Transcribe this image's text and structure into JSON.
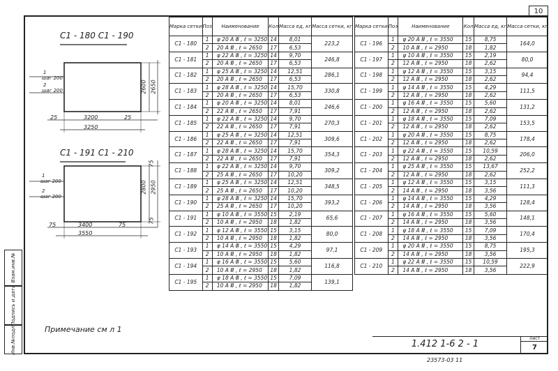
{
  "page_number": "10",
  "drawings": {
    "top_title": "С1 - 180   С1 - 190",
    "top_bar1_label": "1",
    "top_bar1_sub": "шаг 200",
    "top_bar2_label": "2",
    "top_bar2_sub": "шаг 200",
    "top_dim_h_inner": "3200",
    "top_dim_h_outer": "3250",
    "top_dim_side_left": "25",
    "top_dim_side_right": "25",
    "top_dim_v_inner": "2600",
    "top_dim_v_outer": "2650",
    "bot_title": "С1 - 191   С1 - 210",
    "bot_bar1_label": "1",
    "bot_bar1_sub": "шаг 200",
    "bot_bar2_label": "2",
    "bot_bar2_sub": "шаг 200",
    "bot_dim_h_inner": "3400",
    "bot_dim_h_outer": "3550",
    "bot_dim_side_left": "75",
    "bot_dim_side_right": "75",
    "bot_dim_v_inner": "2800",
    "bot_dim_v_outer": "2950",
    "bot_dim_v_top": "75",
    "bot_dim_v_bot": "75"
  },
  "note": "Примечание  см л 1",
  "side_stamp": [
    "Инв.№подл.",
    "Подпись и дата",
    "Взам.инв.№"
  ],
  "headers": {
    "mark": "Марка сетки",
    "pos": "Поз",
    "name": "Наименование",
    "qty": "Кол",
    "mass_unit": "Масса ед, кг",
    "mass_mesh": "Масса сетки, кг"
  },
  "left_table": [
    {
      "mark": "С1 - 180",
      "mesh": "223,2",
      "rows": [
        [
          "1",
          "φ 20 А Ⅲ ,   ℓ = 3250",
          "14",
          "8,01"
        ],
        [
          "2",
          "20 А Ⅲ ,   ℓ = 2650",
          "17",
          "6,53"
        ]
      ]
    },
    {
      "mark": "С1 - 181",
      "mesh": "246,8",
      "rows": [
        [
          "1",
          "φ 22 А Ⅲ ,   ℓ = 3250",
          "14",
          "9,70"
        ],
        [
          "2",
          "20 А Ⅲ ,   ℓ = 2650",
          "17",
          "6,53"
        ]
      ]
    },
    {
      "mark": "С1 - 182",
      "mesh": "286,1",
      "rows": [
        [
          "1",
          "φ 25 А Ⅲ ,   ℓ = 3250",
          "14",
          "12,51"
        ],
        [
          "2",
          "20 А Ⅲ ,   ℓ = 2650",
          "17",
          "6,53"
        ]
      ]
    },
    {
      "mark": "С1 - 183",
      "mesh": "330,8",
      "rows": [
        [
          "1",
          "φ 28 А Ⅲ ,   ℓ = 3250",
          "14",
          "15,70"
        ],
        [
          "2",
          "20 А Ⅲ ,   ℓ = 2650",
          "17",
          "6,53"
        ]
      ]
    },
    {
      "mark": "С1 - 184",
      "mesh": "246,6",
      "rows": [
        [
          "1",
          "φ 20 А Ⅲ ,   ℓ = 3250",
          "14",
          "8,01"
        ],
        [
          "2",
          "22 А Ⅲ ,   ℓ = 2650",
          "17",
          "7,91"
        ]
      ]
    },
    {
      "mark": "С1 - 185",
      "mesh": "270,3",
      "rows": [
        [
          "1",
          "φ 22 А Ⅲ ,   ℓ = 3250",
          "14",
          "9,70"
        ],
        [
          "2",
          "22 А Ⅲ ,   ℓ = 2650",
          "17",
          "7,91"
        ]
      ]
    },
    {
      "mark": "С1 - 186",
      "mesh": "309,6",
      "rows": [
        [
          "1",
          "φ 25 А Ⅲ ,   ℓ = 3250",
          "14",
          "12,51"
        ],
        [
          "2",
          "22 А Ⅲ ,   ℓ = 2650",
          "17",
          "7,91"
        ]
      ]
    },
    {
      "mark": "С1 - 187",
      "mesh": "354,3",
      "rows": [
        [
          "1",
          "φ 28 А Ⅲ ,   ℓ = 3250",
          "14",
          "15,70"
        ],
        [
          "2",
          "22 А Ⅲ ,   ℓ = 2650",
          "17",
          "7,91"
        ]
      ]
    },
    {
      "mark": "С1 - 188",
      "mesh": "309,2",
      "rows": [
        [
          "1",
          "φ 22 А Ⅲ ,   ℓ = 3250",
          "14",
          "9,70"
        ],
        [
          "2",
          "25 А Ⅲ ,   ℓ = 2650",
          "17",
          "10,20"
        ]
      ]
    },
    {
      "mark": "С1 - 189",
      "mesh": "348,5",
      "rows": [
        [
          "1",
          "φ 25 А Ⅲ ,   ℓ = 3250",
          "14",
          "12,51"
        ],
        [
          "2",
          "25 А Ⅲ ,   ℓ = 2650",
          "17",
          "10,20"
        ]
      ]
    },
    {
      "mark": "С1 - 190",
      "mesh": "393,2",
      "rows": [
        [
          "1",
          "φ 28 А Ⅲ ,   ℓ = 3250",
          "14",
          "15,70"
        ],
        [
          "2",
          "25 А Ⅲ ,   ℓ = 2650",
          "17",
          "10,20"
        ]
      ]
    },
    {
      "mark": "С1 - 191",
      "mesh": "65,6",
      "rows": [
        [
          "1",
          "φ 10 А Ⅲ ,   ℓ = 3550",
          "15",
          "2,19"
        ],
        [
          "2",
          "10 А Ⅲ ,   ℓ = 2950",
          "18",
          "1,82"
        ]
      ]
    },
    {
      "mark": "С1 - 192",
      "mesh": "80,0",
      "rows": [
        [
          "1",
          "φ 12 А Ⅲ ,   ℓ = 3550",
          "15",
          "3,15"
        ],
        [
          "2",
          "10 А Ⅲ ,   ℓ = 2950",
          "18",
          "1,82"
        ]
      ]
    },
    {
      "mark": "С1 - 193",
      "mesh": "97,1",
      "rows": [
        [
          "1",
          "φ 14 А Ⅲ ,   ℓ = 3550",
          "15",
          "4,29"
        ],
        [
          "2",
          "10 А Ⅲ ,   ℓ = 2950",
          "18",
          "1,82"
        ]
      ]
    },
    {
      "mark": "С1 - 194",
      "mesh": "116,8",
      "rows": [
        [
          "1",
          "φ 16 А Ⅲ ,   ℓ = 3550",
          "15",
          "5,60"
        ],
        [
          "2",
          "10 А Ⅲ ,   ℓ = 2950",
          "18",
          "1,82"
        ]
      ]
    },
    {
      "mark": "С1 - 195",
      "mesh": "139,1",
      "rows": [
        [
          "1",
          "φ 18 А Ⅲ ,   ℓ = 3550",
          "15",
          "7,09"
        ],
        [
          "2",
          "10 А Ⅲ ,   ℓ = 2950",
          "18",
          "1,82"
        ]
      ]
    }
  ],
  "right_table": [
    {
      "mark": "С1 - 196",
      "mesh": "164,0",
      "rows": [
        [
          "1",
          "φ 20 А Ⅲ ,   ℓ = 3550",
          "15",
          "8,75"
        ],
        [
          "2",
          "10 А Ⅲ ,   ℓ = 2950",
          "18",
          "1,82"
        ]
      ]
    },
    {
      "mark": "С1 - 197",
      "mesh": "80,0",
      "rows": [
        [
          "1",
          "φ 10 А Ⅲ ,   ℓ = 3550",
          "15",
          "2,19"
        ],
        [
          "2",
          "12 А Ⅲ ,   ℓ = 2950",
          "18",
          "2,62"
        ]
      ]
    },
    {
      "mark": "С1 - 198",
      "mesh": "94,4",
      "rows": [
        [
          "1",
          "φ 12 А Ⅲ ,   ℓ = 3550",
          "15",
          "3,15"
        ],
        [
          "2",
          "12 А Ⅲ ,   ℓ = 2950",
          "18",
          "2,62"
        ]
      ]
    },
    {
      "mark": "С1 - 199",
      "mesh": "111,5",
      "rows": [
        [
          "1",
          "φ 14 А Ⅲ ,   ℓ = 3550",
          "15",
          "4,29"
        ],
        [
          "2",
          "12 А Ⅲ ,   ℓ = 2950",
          "18",
          "2,62"
        ]
      ]
    },
    {
      "mark": "С1 - 200",
      "mesh": "131,2",
      "rows": [
        [
          "1",
          "φ 16 А Ⅲ ,   ℓ = 3550",
          "15",
          "5,60"
        ],
        [
          "2",
          "12 А Ⅲ ,   ℓ = 2950",
          "18",
          "2,62"
        ]
      ]
    },
    {
      "mark": "С1 - 201",
      "mesh": "153,5",
      "rows": [
        [
          "1",
          "φ 18 А Ⅲ ,   ℓ = 3550",
          "15",
          "7,09"
        ],
        [
          "2",
          "12 А Ⅲ ,   ℓ = 2950",
          "18",
          "2,62"
        ]
      ]
    },
    {
      "mark": "С1 - 202",
      "mesh": "178,4",
      "rows": [
        [
          "1",
          "φ 20 А Ⅲ ,   ℓ = 3550",
          "15",
          "8,75"
        ],
        [
          "2",
          "12 А Ⅲ ,   ℓ = 2950",
          "18",
          "2,62"
        ]
      ]
    },
    {
      "mark": "С1 - 203",
      "mesh": "206,0",
      "rows": [
        [
          "1",
          "φ 22 А Ⅲ ,   ℓ = 3550",
          "15",
          "10,59"
        ],
        [
          "2",
          "12 А Ⅲ ,   ℓ = 2950",
          "18",
          "2,62"
        ]
      ]
    },
    {
      "mark": "С1 - 204",
      "mesh": "252,2",
      "rows": [
        [
          "1",
          "φ 25 А Ⅲ ,   ℓ = 3550",
          "15",
          "13,67"
        ],
        [
          "2",
          "12 А Ⅲ ,   ℓ = 2950",
          "18",
          "2,62"
        ]
      ]
    },
    {
      "mark": "С1 - 205",
      "mesh": "111,3",
      "rows": [
        [
          "1",
          "φ 12 А Ⅲ ,   ℓ = 3550",
          "15",
          "3,15"
        ],
        [
          "2",
          "14 А Ⅲ ,   ℓ = 2950",
          "18",
          "3,56"
        ]
      ]
    },
    {
      "mark": "С1 - 206",
      "mesh": "128,4",
      "rows": [
        [
          "1",
          "φ 14 А Ⅲ ,   ℓ = 3550",
          "15",
          "4,29"
        ],
        [
          "2",
          "14 А Ⅲ ,   ℓ = 2950",
          "18",
          "3,56"
        ]
      ]
    },
    {
      "mark": "С1 - 207",
      "mesh": "148,1",
      "rows": [
        [
          "1",
          "φ 16 А Ⅲ ,   ℓ = 3550",
          "15",
          "5,60"
        ],
        [
          "2",
          "14 А Ⅲ ,   ℓ = 2950",
          "18",
          "3,56"
        ]
      ]
    },
    {
      "mark": "С1 - 208",
      "mesh": "170,4",
      "rows": [
        [
          "1",
          "φ 18 А Ⅲ ,   ℓ = 3550",
          "15",
          "7,09"
        ],
        [
          "2",
          "14 А Ⅲ ,   ℓ = 2950",
          "18",
          "3,56"
        ]
      ]
    },
    {
      "mark": "С1 - 209",
      "mesh": "195,3",
      "rows": [
        [
          "1",
          "φ 20 А Ⅲ ,   ℓ = 3550",
          "15",
          "8,75"
        ],
        [
          "2",
          "14 А Ⅲ ,   ℓ = 2950",
          "18",
          "3,56"
        ]
      ]
    },
    {
      "mark": "С1 - 210",
      "mesh": "222,9",
      "rows": [
        [
          "1",
          "φ 22 А Ⅲ ,   ℓ = 3550",
          "15",
          "10,59"
        ],
        [
          "2",
          "14 А Ⅲ ,   ℓ = 2950",
          "18",
          "3,56"
        ]
      ]
    }
  ],
  "stamp": {
    "code": "1.412 1-6 2 - 1",
    "sheet_label": "Лист",
    "sheet_num": "7"
  },
  "footer_code": "23573-03  11"
}
